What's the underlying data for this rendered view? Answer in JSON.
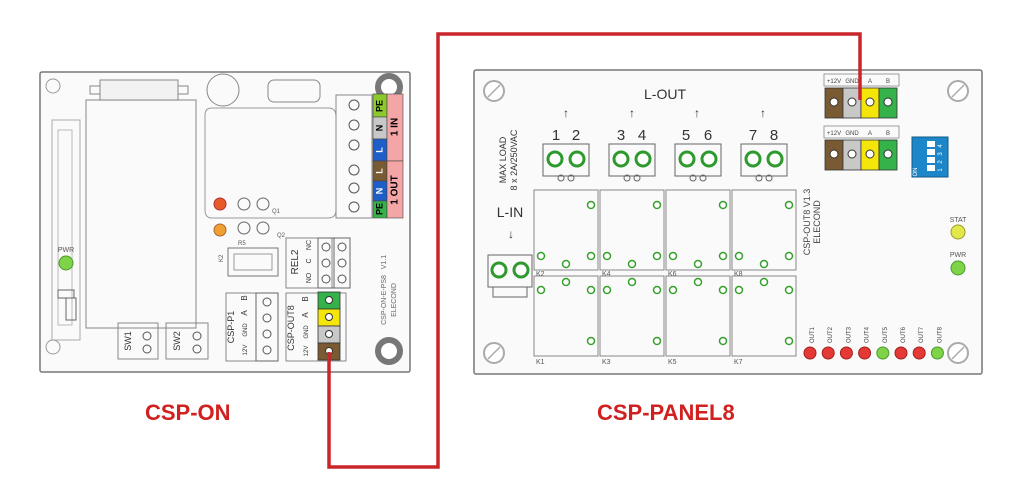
{
  "boards": {
    "csp_on": {
      "caption": "CSP-ON",
      "pwr_label": "PWR",
      "terminal_in": [
        "PE",
        "N",
        "L",
        "1 IN"
      ],
      "terminal_out": [
        "L",
        "N",
        "PE",
        "1 OUT"
      ],
      "parts": [
        "Q1",
        "Q2",
        "R5",
        "K2"
      ],
      "rel2": {
        "title": "REL2",
        "pins": [
          "NO",
          "C",
          "NC"
        ]
      },
      "sw1": "SW1",
      "sw2": "SW2",
      "csp_p1": {
        "title": "CSP-P1",
        "pins": [
          "12V",
          "GND",
          "A",
          "B"
        ]
      },
      "csp_out8": {
        "title": "CSP-OUT8",
        "pins": [
          "12V",
          "GND",
          "A",
          "B"
        ]
      },
      "silk": [
        "CSP-ON-E-PS8",
        "V1.1",
        "ELECOND"
      ]
    },
    "csp_panel8": {
      "caption": "CSP-PANEL8",
      "l_out": "L-OUT",
      "l_in": "L-IN",
      "outputs": [
        "1",
        "2",
        "3",
        "4",
        "5",
        "6",
        "7",
        "8"
      ],
      "max_load": [
        "MAX LOAD",
        "8 x 2A/250VAC"
      ],
      "bus_pins": [
        "+12V",
        "GND",
        "A",
        "B"
      ],
      "dip_labels": [
        "ON",
        "1",
        "2",
        "3",
        "4"
      ],
      "silk": [
        "CSP-OUT8 V1.3",
        "ELECOND"
      ],
      "stat_label": "STAT",
      "pwr_label": "PWR",
      "relays_top": [
        "K2",
        "K4",
        "K6",
        "K8"
      ],
      "relays_bottom": [
        "K1",
        "K3",
        "K5",
        "K7"
      ],
      "led_labels": [
        "OUT1",
        "OUT2",
        "OUT3",
        "OUT4",
        "OUT5",
        "OUT6",
        "OUT7",
        "OUT8"
      ],
      "led_states": [
        true,
        true,
        true,
        true,
        false,
        true,
        true,
        false
      ]
    }
  },
  "colors": {
    "wire": "#c8262a",
    "caption": "#d0201f",
    "led_on": "#e53935",
    "led_green": "#7ed348",
    "led_yellow": "#e3e84a",
    "relay_pad": "#35a02c",
    "terminal_green": "#35b24a",
    "terminal_yellow": "#f5e60a",
    "terminal_gray": "#c8c8c8",
    "terminal_brown": "#7a5a32",
    "terminal_blue": "#1e5ec8",
    "terminal_pink": "#f4a6a6",
    "dip_blue": "#1d86c8"
  }
}
